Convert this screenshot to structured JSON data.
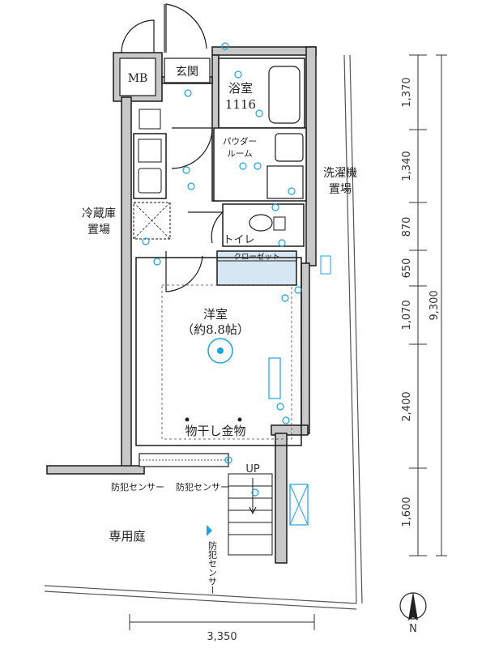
{
  "rooms": {
    "mb": "MB",
    "genkan": "玄関",
    "bath": "浴室",
    "bath_size": "1116",
    "powder_1": "パウダー",
    "powder_2": "ルーム",
    "washer_1": "洗濯機",
    "washer_2": "置場",
    "fridge_1": "冷蔵庫",
    "fridge_2": "置場",
    "toilet": "トイレ",
    "closet": "クローゼット",
    "western_1": "洋室",
    "western_2": "（約8.8帖）",
    "drying": "物干し金物",
    "garden": "専用庭",
    "sensor_1": "防犯センサー",
    "sensor_2": "防犯センサー",
    "sensor_3": "防犯センサー",
    "up": "UP"
  },
  "dimensions": {
    "right": [
      "1,370",
      "1,340",
      "870",
      "650",
      "1,070",
      "2,400",
      "1,600"
    ],
    "total_height": "9,300",
    "bottom_width": "3,350"
  },
  "compass": {
    "north": "N"
  },
  "colors": {
    "wall": "#1a1a1a",
    "wall_fill": "#c8c8c8",
    "fixture": "#1aa3e6",
    "closet_fill": "#d6e6f2"
  }
}
